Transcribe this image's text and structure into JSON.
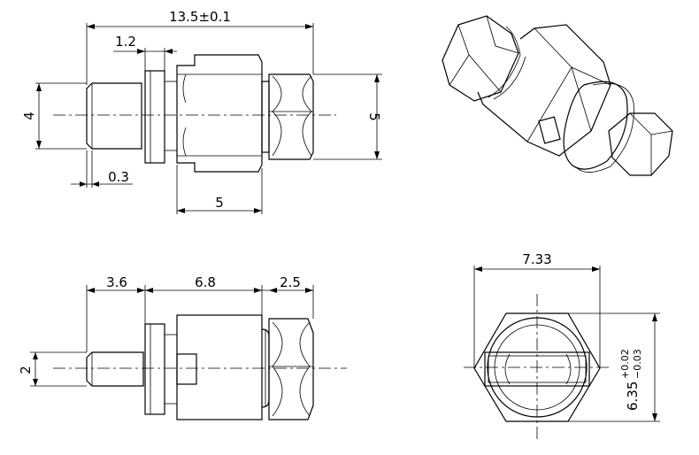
{
  "dimensions": {
    "total_length": "13.5±0.1",
    "flange_gap": "1.2",
    "pin_diameter": "4",
    "hex_height": "5",
    "tip_offset": "0.3",
    "body_length": "5",
    "pin_length": "3.6",
    "body_span": "6.8",
    "nut_length": "2.5",
    "contact_height": "2",
    "hex_width": "7.33",
    "hex_across_base": "6.35",
    "hex_across_tol_upper": "+0.02",
    "hex_across_tol_lower": "−0.03"
  }
}
